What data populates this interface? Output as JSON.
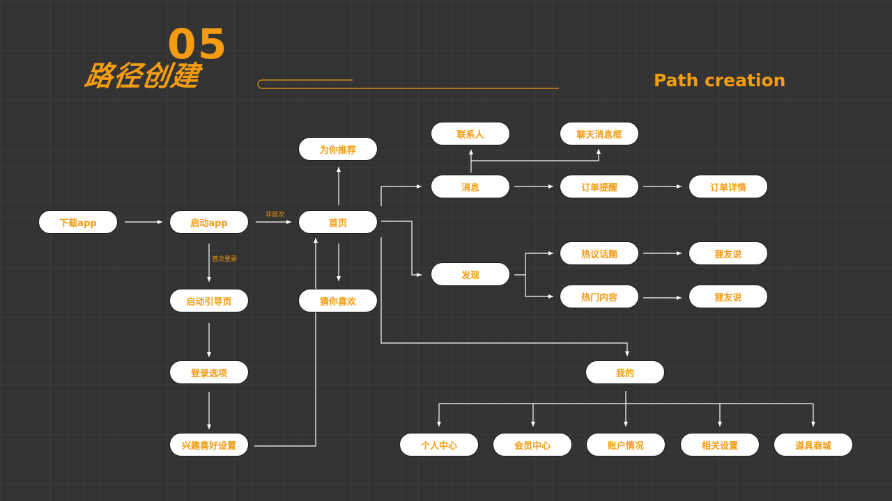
{
  "header": {
    "number": "05",
    "title_cn": "路径创建",
    "title_en": "Path creation",
    "accent_color": "#f39c12"
  },
  "nodes": {
    "download_app": "下载app",
    "launch_app": "启动app",
    "launch_guide": "启动引导页",
    "login_options": "登录选项",
    "interest_settings": "兴趣喜好设置",
    "home": "首页",
    "recommend_for_you": "为你推荐",
    "guess_you_like": "猜你喜欢",
    "contacts": "联系人",
    "chat_box": "聊天消息框",
    "messages": "消息",
    "order_reminder": "订单提醒",
    "order_details": "订单详情",
    "discover": "发现",
    "hot_topics": "热议话题",
    "hot_content": "热门内容",
    "lizhi_says_1": "狸友说",
    "lizhi_says_2": "狸友说",
    "mine": "我的",
    "personal_center": "个人中心",
    "member_center": "会员中心",
    "account_status": "账户情况",
    "related_settings": "相关设置",
    "item_mall": "道具商城"
  },
  "edge_labels": {
    "not_first_time": "非首次",
    "first_login": "首次登录"
  }
}
